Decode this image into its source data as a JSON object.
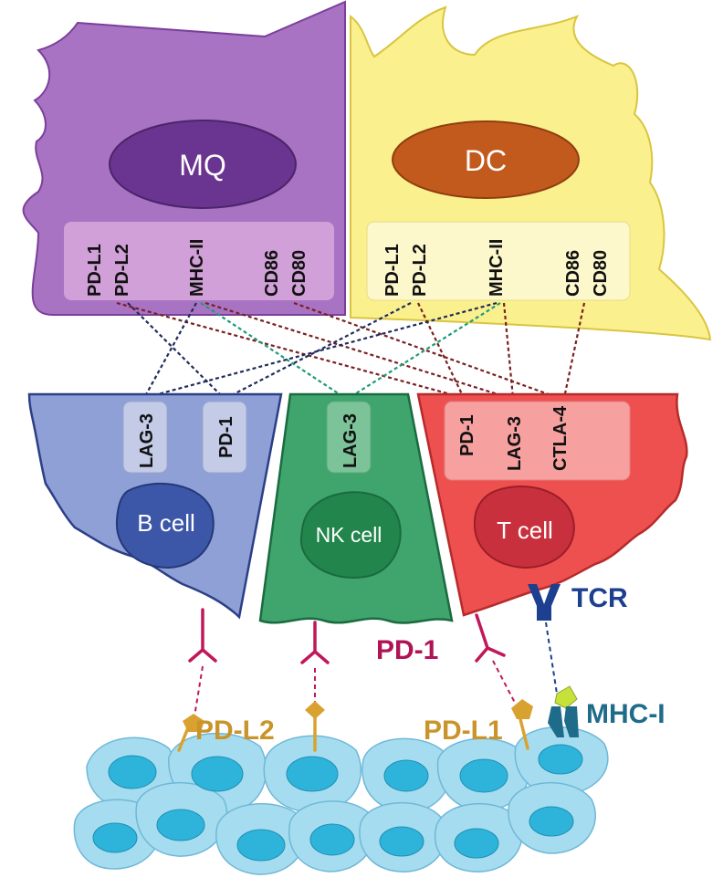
{
  "apc_cells": {
    "macrophage": {
      "title": "MQ",
      "markers": [
        "PD-L1",
        "PD-L2",
        "MHC-II",
        "CD86",
        "CD80"
      ]
    },
    "dendritic": {
      "title": "DC",
      "markers": [
        "PD-L1",
        "PD-L2",
        "MHC-II",
        "CD86",
        "CD80"
      ]
    }
  },
  "effector_cells": {
    "b_cell": {
      "title": "B cell",
      "receptors": [
        "LAG-3",
        "PD-1"
      ]
    },
    "nk_cell": {
      "title": "NK cell",
      "receptors": [
        "LAG-3"
      ]
    },
    "t_cell": {
      "title": "T cell",
      "receptors": [
        "PD-1",
        "LAG-3",
        "CTLA-4"
      ]
    }
  },
  "labels": {
    "pd1": "PD-1",
    "pdl1": "PD-L1",
    "pdl2": "PD-L2",
    "tcr": "TCR",
    "mhc1": "MHC-I"
  },
  "colors": {
    "macrophage": "#a873c2",
    "macrophage_nucleus": "#6a3591",
    "dendritic": "#fbf08e",
    "dendritic_nucleus": "#c25a1e",
    "b_cell": "#8fa0d6",
    "b_cell_nucleus": "#3d57a8",
    "nk_cell": "#3fa56c",
    "nk_cell_nucleus": "#22854c",
    "t_cell": "#ee5050",
    "t_cell_nucleus": "#c9303d",
    "pd1": "#c0185a",
    "ligand": "#d9a230",
    "tcr": "#1c3f8f",
    "mhc1": "#1e6b8a",
    "tumor": "#a6dcef",
    "tumor_nucleus": "#2eb4da",
    "link_navy": "#1f2c5a",
    "link_green": "#1d9a78",
    "link_maroon": "#7a1f1f"
  }
}
